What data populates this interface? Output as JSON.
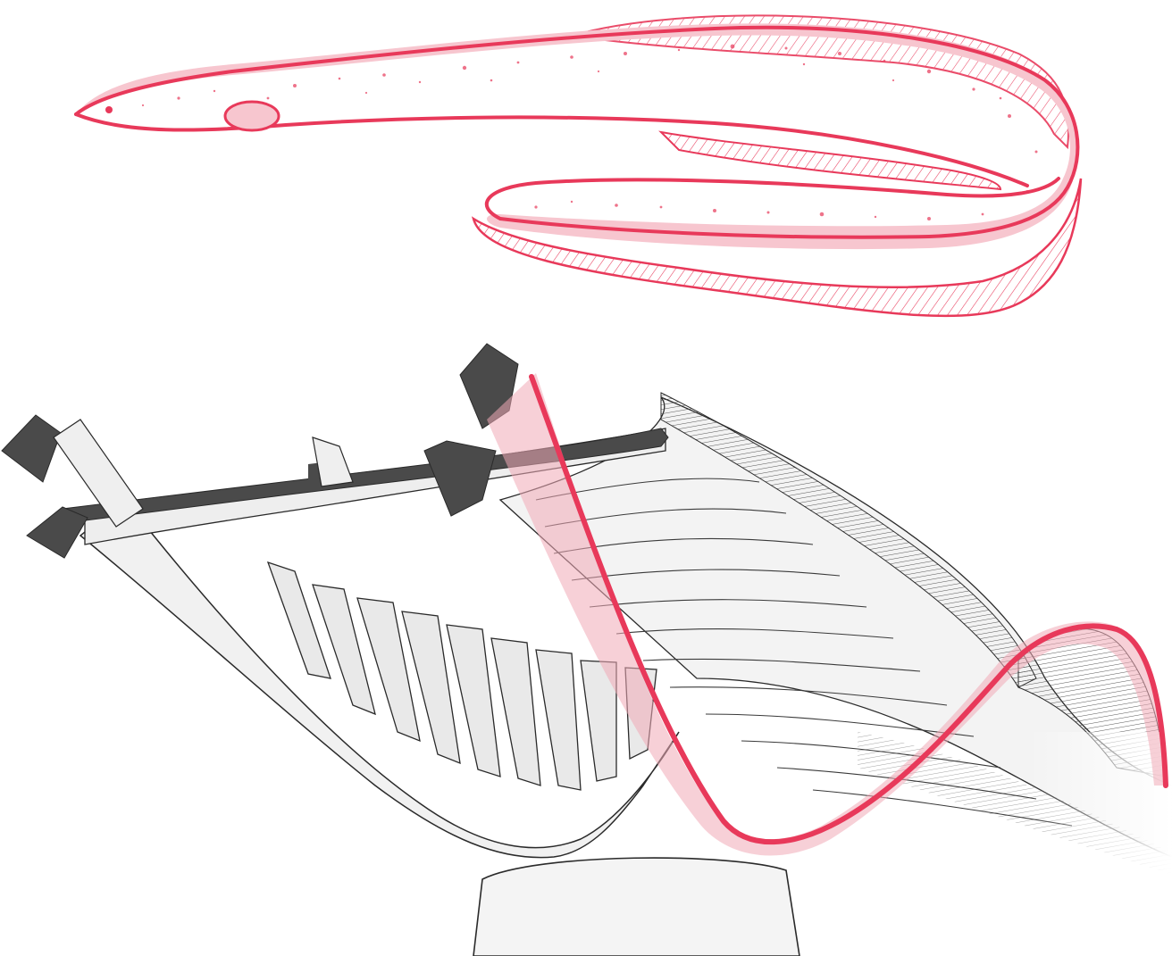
{
  "illustration": {
    "accent_color": "#e8395a",
    "accent_fill": "#f7c6cf",
    "dark_beam_color": "#4a4a4a",
    "structure_color": "#f2f2f2",
    "stroke_color": "#1e1e1e",
    "subjects": [
      "eel-sketch",
      "bridge-structure",
      "sine-wave-overlay"
    ]
  }
}
